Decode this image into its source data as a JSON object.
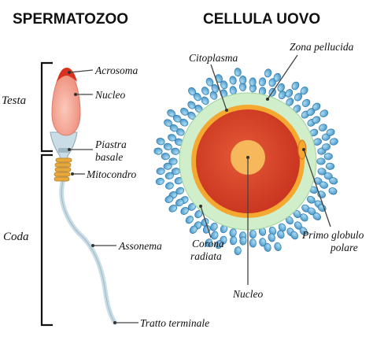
{
  "titles": {
    "sperm": "SPERMATOZOO",
    "egg": "CELLULA UOVO"
  },
  "sperm_labels": {
    "head_section": "Testa",
    "tail_section": "Coda",
    "acrosome": "Acrosoma",
    "nucleus": "Nucleo",
    "basal_plate_line1": "Piastra",
    "basal_plate_line2": "basale",
    "mitochondrion": "Mitocondro",
    "axoneme": "Assonema",
    "end_piece": "Tratto terminale"
  },
  "egg_labels": {
    "cytoplasm": "Citoplasma",
    "zona_pellucida": "Zona pellucida",
    "polar_body_line1": "Primo globulo",
    "polar_body_line2": "polare",
    "corona_line1": "Corona",
    "corona_line2": "radiata",
    "nucleus": "Nucleo"
  },
  "colors": {
    "acrosome": "#d9321e",
    "sperm_head": "#f2a090",
    "sperm_neck": "#c9dde6",
    "mitochondria": "#e8a93c",
    "cytoplasm": "#d2402a",
    "cytoplasm_rim": "#f5a830",
    "zona": "#cfeec9",
    "corona_cells": "#5aa8d6",
    "egg_nucleus": "#f6b85a"
  }
}
